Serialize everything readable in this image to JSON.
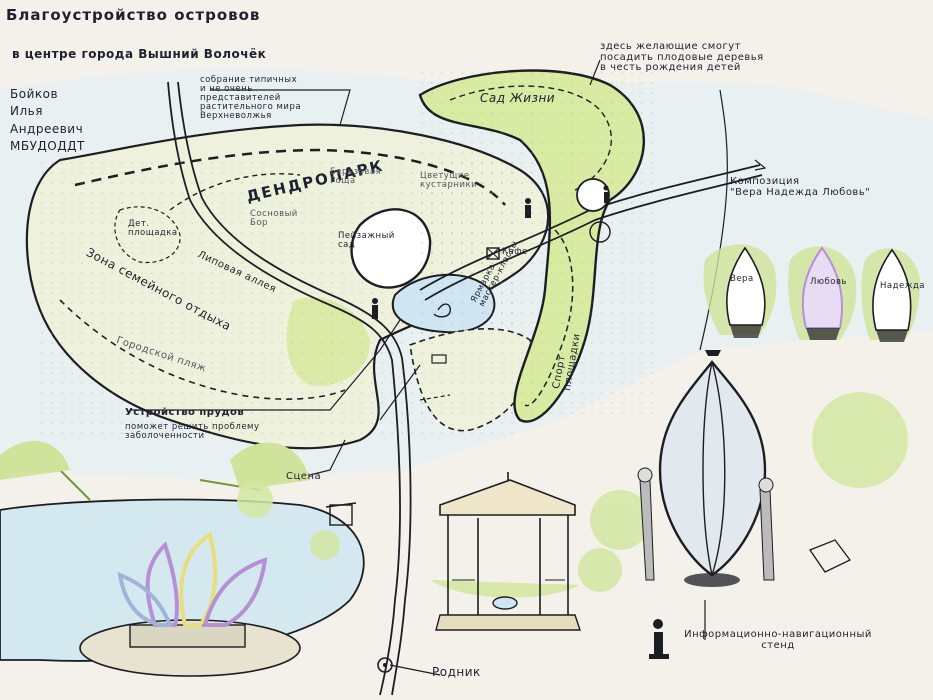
{
  "header": {
    "title": "Благоустройство островов",
    "subtitle": "в центре города Вышний Волочёк"
  },
  "author": {
    "lines": "Бойков\nИлья\nАндреевич\nМБУДОДДТ"
  },
  "annotations": {
    "typical": "собрание типичных\nи не очень\nпредставителей\nрастительного мира\nВерхневолжья",
    "garden_note": "здесь желающие смогут\nпосадить плодовые деревья\nв честь рождения детей",
    "composition": "Композиция\n\"Вера Надежда Любовь\"",
    "ponds_title": "Устройство прудов",
    "ponds_text": "поможет решить проблему\nзаболоченности",
    "info_stand": "Информационно-навигационный\nстенд"
  },
  "zones": {
    "dendropark": "ДЕНДРОПАРК",
    "birch": "Березовая\nРоща",
    "flowering": "Цветущие\nкустарники",
    "pine": "Сосновый\nБор",
    "landscape_garden": "Пейзажный\nсад",
    "kids": "Дет.\nплощадка",
    "linden": "Липовая аллея",
    "family": "Зона семейного отдыха",
    "beach": "Городской пляж",
    "fair": "Ярмарка\nмастер-классы",
    "cafe": "Кафе",
    "sport": "Спорт\nплощадки",
    "garden_of_life": "Сад Жизни",
    "stage": "Сцена",
    "spring": "Родник"
  },
  "pods": [
    "Вера",
    "Любовь",
    "Надежда"
  ],
  "icons": {
    "info": "i",
    "info_markers": 3
  },
  "colors": {
    "paper": "#f3f1ea",
    "ink": "#1d1d24",
    "green": "#cfe39a",
    "green_dark": "#9cc65a",
    "water": "#cfe6f2",
    "purple": "#b78fd6",
    "yellow": "#e9df7a"
  }
}
